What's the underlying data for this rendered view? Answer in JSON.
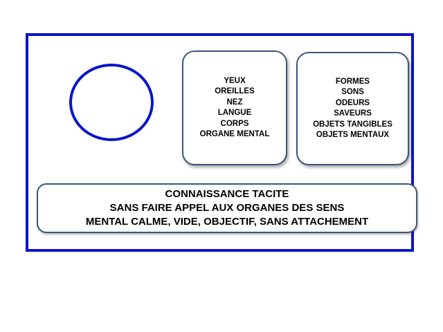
{
  "colors": {
    "frame": "#0a14c8",
    "box_border": "#3d5478",
    "text": "#000000"
  },
  "sense_organs": [
    "YEUX",
    "OREILLES",
    "NEZ",
    "LANGUE",
    "CORPS",
    "ORGANE MENTAL"
  ],
  "sense_objects": [
    "FORMES",
    "SONS",
    "ODEURS",
    "SAVEURS",
    "OBJETS TANGIBLES",
    "OBJETS MENTAUX"
  ],
  "knowledge": [
    "CONNAISSANCE TACITE",
    "SANS FAIRE APPEL AUX ORGANES DES SENS",
    "MENTAL CALME, VIDE, OBJECTIF, SANS ATTACHEMENT"
  ]
}
